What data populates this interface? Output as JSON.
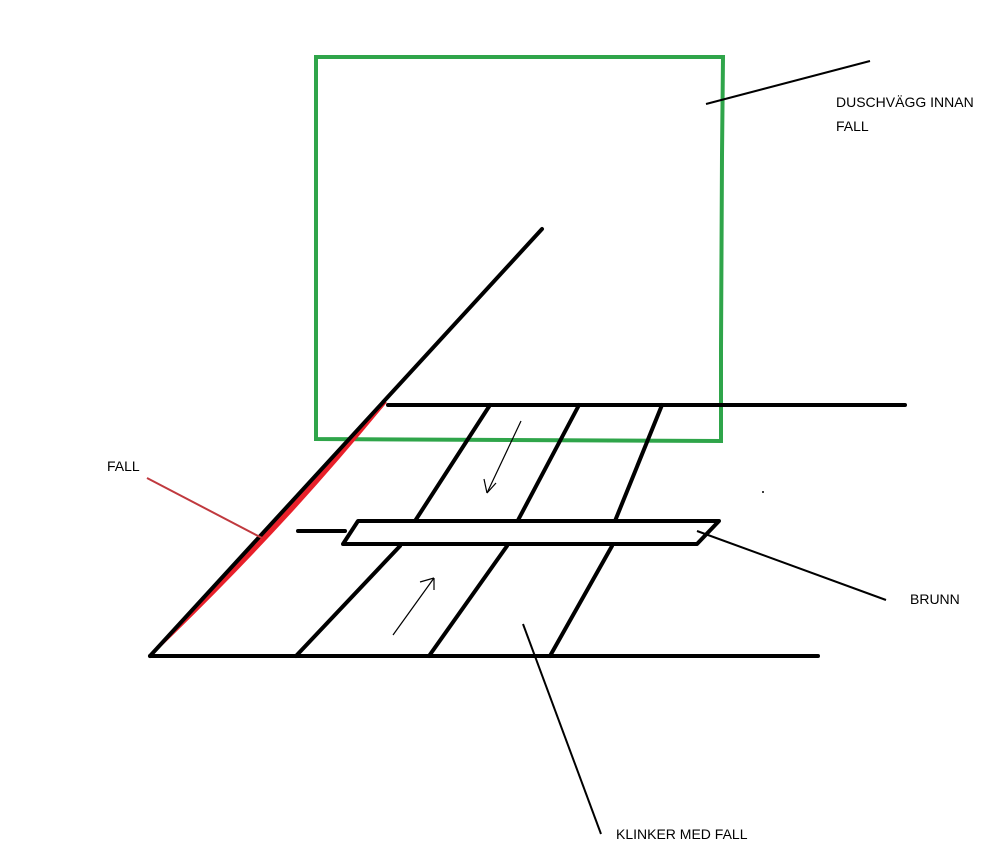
{
  "labels": {
    "wall": "DUSCHVÄGG INNAN",
    "wall_line2": "FALL",
    "fall": "FALL",
    "drain": "BRUNN",
    "tiles": "KLINKER MED FALL"
  },
  "colors": {
    "wall_outline": "#2fa54a",
    "fall_wedge": "#e8202a",
    "fall_leader": "#c0393e",
    "ink": "#000000"
  }
}
